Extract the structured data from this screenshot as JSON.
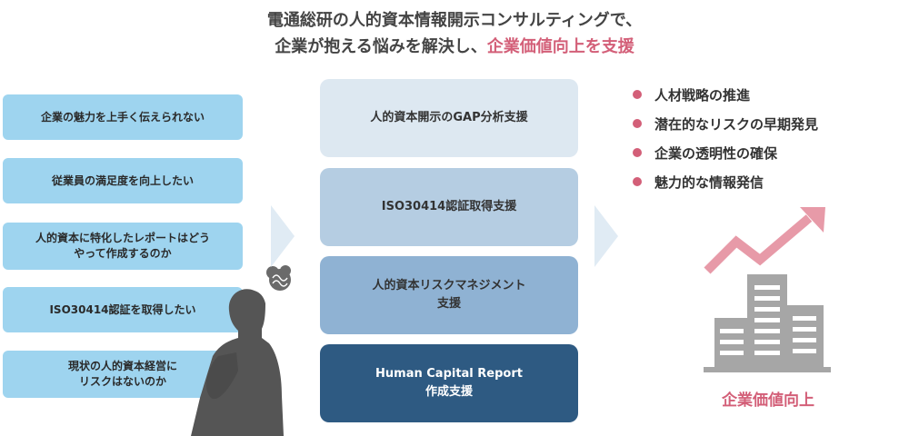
{
  "headline": {
    "line1": "電通総研の人的資本情報開示コンサルティングで、",
    "line2_prefix": "企業が抱える悩みを解決し、",
    "line2_accent": "企業価値向上を支援"
  },
  "concerns": [
    {
      "text": "企業の魅力を上手く伝えられない"
    },
    {
      "text": "従業員の満足度を向上したい"
    },
    {
      "text": "人的資本に特化したレポートはどう\nやって作成するのか"
    },
    {
      "text": "ISO30414認証を取得したい"
    },
    {
      "text": "現状の人的資本経営に\nリスクはないのか"
    }
  ],
  "services": [
    {
      "text": "人的資本開示のGAP分析支援",
      "bg": "#dde8f1",
      "fg": "#333333"
    },
    {
      "text": "ISO30414認証取得支援",
      "bg": "#b5cde2",
      "fg": "#333333"
    },
    {
      "text": "人的資本リスクマネジメント\n支援",
      "bg": "#8fb2d3",
      "fg": "#333333"
    },
    {
      "text": "Human Capital Report\n作成支援",
      "bg": "#2e5a82",
      "fg": "#ffffff"
    }
  ],
  "benefits": [
    "人材戦略の推進",
    "潜在的なリスクの早期発見",
    "企業の透明性の確保",
    "魅力的な情報発信"
  ],
  "outcome_label": "企業価値向上",
  "colors": {
    "accent": "#d35f78",
    "concern_bg": "#9ed4ef",
    "arrow": "#e0ebf4",
    "building": "#a6a6a6",
    "growth_arrow": "#e79aa8",
    "silhouette": "#555555"
  },
  "icons": [
    "person-silhouette-icon",
    "worried-thought-icon",
    "chevron-right-icon",
    "growth-arrow-icon",
    "building-icon"
  ]
}
